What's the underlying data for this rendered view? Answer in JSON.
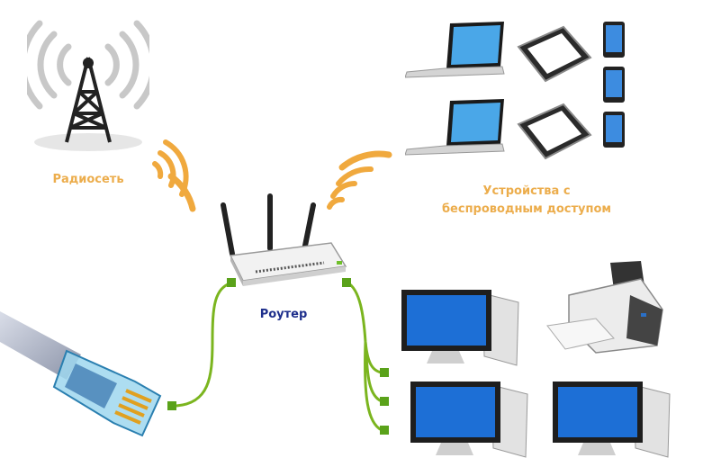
{
  "labels": {
    "radio_network": "Радиосеть",
    "devices_line1": "Устройства с",
    "devices_line2": "беспроводным доступом",
    "router": "Роутер"
  },
  "colors": {
    "signal": "#f0a93e",
    "cable": "#7bb51f",
    "connector": "#5aa21a",
    "label_orange": "#ecad4c",
    "label_blue": "#1e2f8c",
    "screen_blue": "#1d6fd6"
  }
}
